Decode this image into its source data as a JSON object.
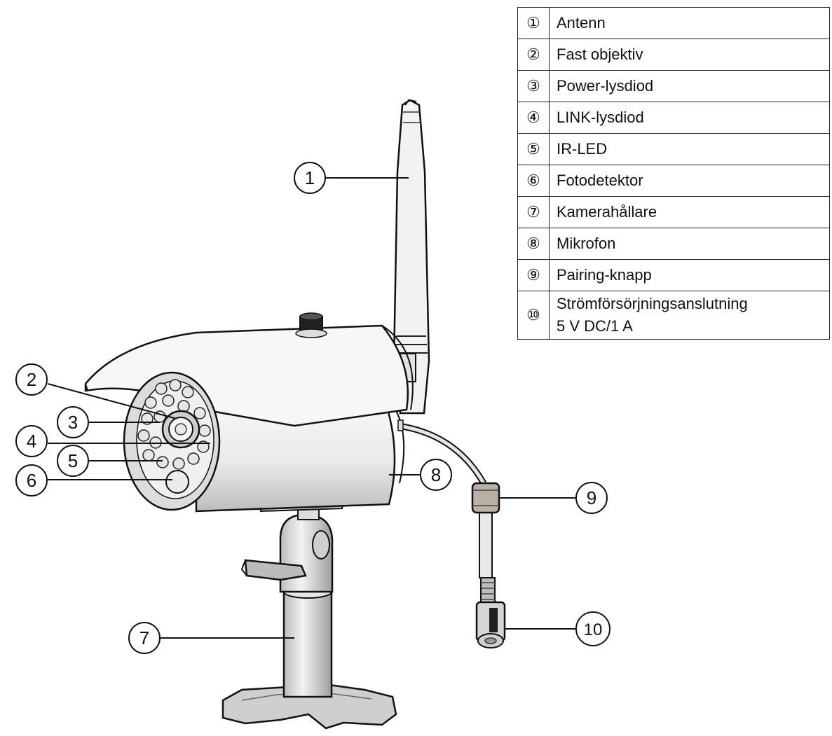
{
  "legend": [
    {
      "num": "①",
      "label": "Antenn"
    },
    {
      "num": "②",
      "label": "Fast objektiv"
    },
    {
      "num": "③",
      "label": "Power-lysdiod"
    },
    {
      "num": "④",
      "label": "LINK-lysdiod"
    },
    {
      "num": "⑤",
      "label": "IR-LED"
    },
    {
      "num": "⑥",
      "label": "Fotodetektor"
    },
    {
      "num": "⑦",
      "label": "Kamerahållare"
    },
    {
      "num": "⑧",
      "label": "Mikrofon"
    },
    {
      "num": "⑨",
      "label": "Pairing-knapp"
    },
    {
      "num": "⑩",
      "label": "Strömförsörjningsanslutning",
      "label2": "5 V DC/1 A"
    }
  ],
  "callouts": [
    "1",
    "2",
    "3",
    "4",
    "5",
    "6",
    "7",
    "8",
    "9",
    "10"
  ]
}
